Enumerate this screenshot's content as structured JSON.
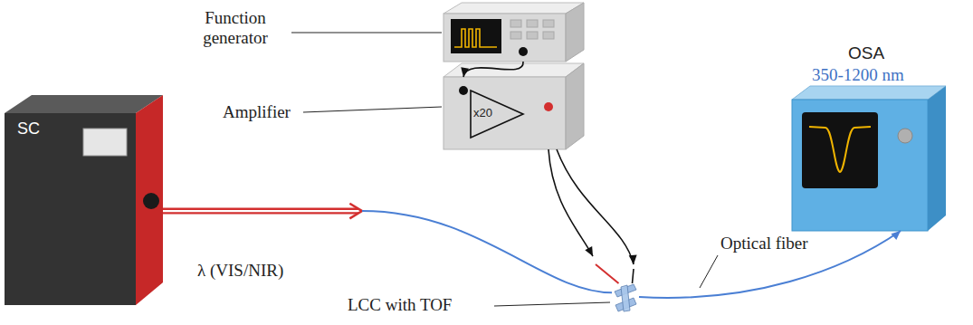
{
  "diagram": {
    "nodes": [
      {
        "text": [
          "SC"
        ]
      },
      {
        "text": [
          "Function generator"
        ]
      },
      {
        "text": [
          "Amplifier",
          "x20"
        ]
      },
      {
        "text": [
          "LCC with TOF"
        ]
      },
      {
        "text": [
          "OSA",
          "350-1200 nm"
        ]
      }
    ],
    "edges": [
      {
        "from": 0,
        "to": 3,
        "arrow": "to",
        "label": "λ (VIS/NIR)"
      },
      {
        "from": 3,
        "to": 4,
        "arrow": "to"
      },
      {
        "from": 1,
        "to": 2,
        "arrow": "to"
      },
      {
        "from": 2,
        "to": 3,
        "arrow": "to"
      },
      {
        "from": 2,
        "to": 3,
        "arrow": "to"
      }
    ],
    "labels": [
      "Optical fiber"
    ]
  }
}
